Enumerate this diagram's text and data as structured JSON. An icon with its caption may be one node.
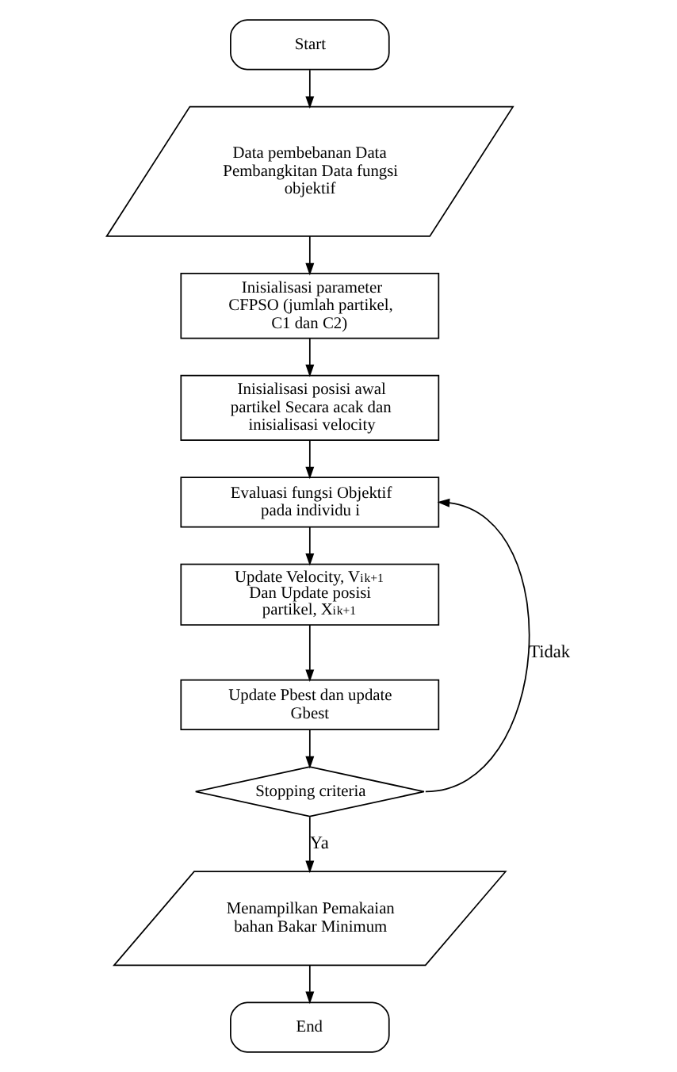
{
  "diagram": {
    "nodes": [
      {
        "text": [
          "Start"
        ]
      },
      {
        "text": [
          "Data pembebanan Data Pembangkitan Data fungsi objektif"
        ]
      },
      {
        "text": [
          "Inisialisasi parameter CFPSO (jumlah partikel, C1 dan C2)"
        ]
      },
      {
        "text": [
          "Inisialisasi posisi awal partikel Secara acak dan inisialisasi velocity"
        ]
      },
      {
        "text": [
          "Evaluasi fungsi Objektif pada individu i"
        ]
      },
      {
        "text": [
          "Update Velocity, V$_{i}$$^{k+1}$ Dan Update posisi partikel, X$_{i}$$^{k+1}$"
        ]
      },
      {
        "text": [
          "Update Pbest dan update Gbest"
        ]
      },
      {
        "text": [
          "Stopping criteria"
        ]
      },
      {
        "text": [
          "Menampilkan Pemakaian bahan Bakar Minimum"
        ]
      },
      {
        "text": [
          "End"
        ]
      }
    ],
    "edges": [
      {
        "from": 0,
        "to": 1,
        "arrow": "to"
      },
      {
        "from": 1,
        "to": 2,
        "arrow": "to"
      },
      {
        "from": 2,
        "to": 3,
        "arrow": "to"
      },
      {
        "from": 3,
        "to": 4,
        "arrow": "to"
      },
      {
        "from": 4,
        "to": 5,
        "arrow": "to"
      },
      {
        "from": 5,
        "to": 6,
        "arrow": "to"
      },
      {
        "from": 6,
        "to": 7,
        "arrow": "to"
      },
      {
        "from": 7,
        "to": 8,
        "arrow": "to",
        "label": "Ya"
      },
      {
        "from": 8,
        "to": 9,
        "arrow": "to"
      },
      {
        "from": 7,
        "to": 4,
        "arrow": "to",
        "label": "Tidak"
      }
    ]
  }
}
